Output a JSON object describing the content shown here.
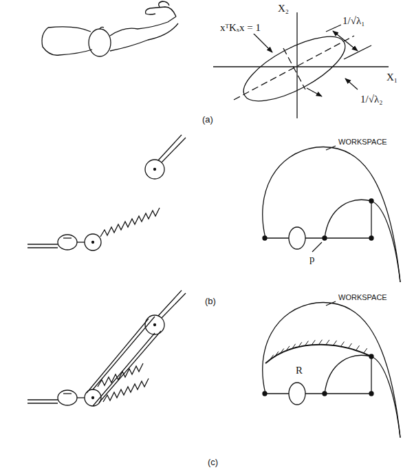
{
  "diagram": {
    "labels": [
      "X₂",
      "xᵀKₓx = 1",
      "1/√λ₁",
      "X₁",
      "1/√λ₂",
      "(a)",
      "WORKSPACE",
      "p",
      "(b)",
      "WORKSPACE",
      "R",
      "(c)"
    ]
  }
}
